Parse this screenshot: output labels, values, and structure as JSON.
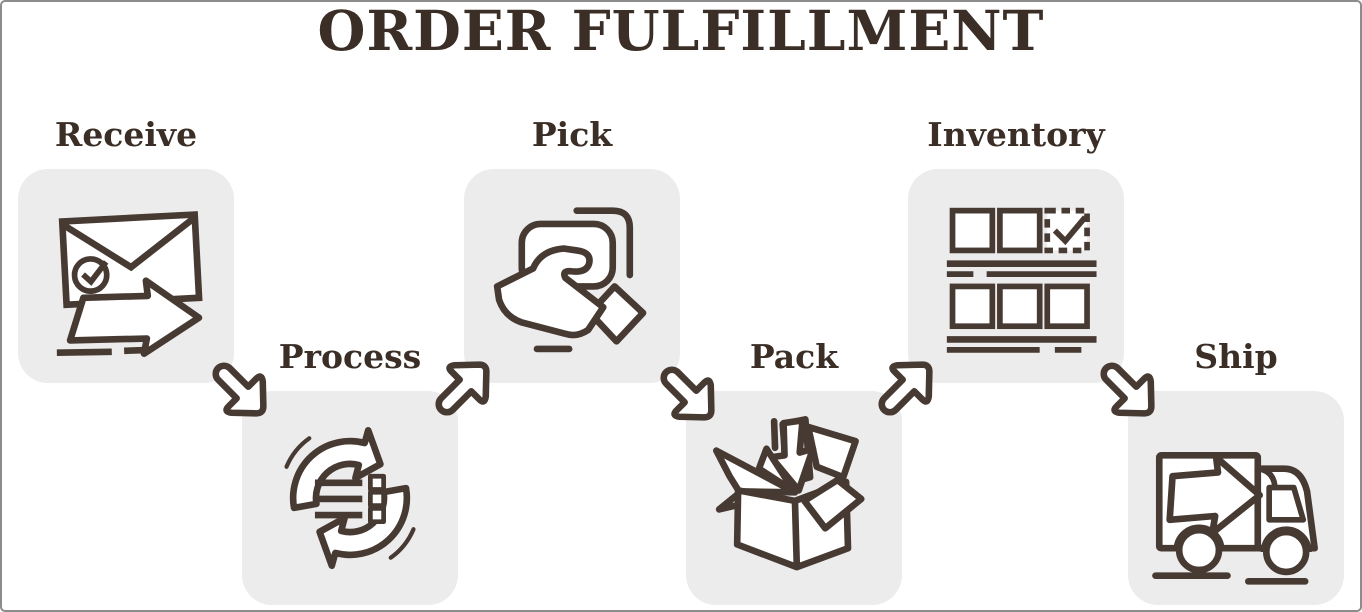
{
  "title": "ORDER FULFILLMENT",
  "steps": [
    {
      "label": "Receive",
      "icon": "envelope-check-arrow-icon"
    },
    {
      "label": "Process",
      "icon": "cycle-arrows-list-icon"
    },
    {
      "label": "Pick",
      "icon": "hand-holding-package-icon"
    },
    {
      "label": "Pack",
      "icon": "open-box-packing-icon"
    },
    {
      "label": "Inventory",
      "icon": "shelf-boxes-check-icon"
    },
    {
      "label": "Ship",
      "icon": "delivery-truck-arrow-icon"
    }
  ],
  "arrows": [
    {
      "from": "Receive",
      "to": "Process",
      "direction": "down-right"
    },
    {
      "from": "Process",
      "to": "Pick",
      "direction": "up-right"
    },
    {
      "from": "Pick",
      "to": "Pack",
      "direction": "down-right"
    },
    {
      "from": "Pack",
      "to": "Inventory",
      "direction": "up-right"
    },
    {
      "from": "Inventory",
      "to": "Ship",
      "direction": "down-right"
    }
  ],
  "colors": {
    "stroke": "#473a32",
    "text": "#3a2e26",
    "card_background": "#edecec",
    "canvas_background": "#ffffff",
    "frame_border": "#8c8c8c"
  }
}
